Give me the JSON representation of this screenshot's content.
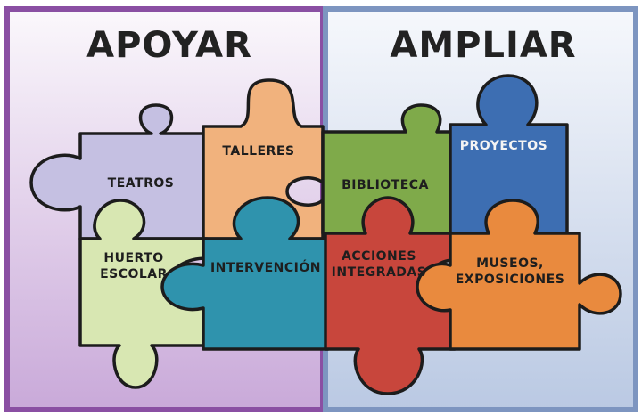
{
  "panels": {
    "left": {
      "title": "APOYAR",
      "border": "#8a4fa3",
      "fill_top": "#fbf8fc",
      "fill_bottom": "#c9a9d9"
    },
    "right": {
      "title": "AMPLIAR",
      "border": "#7d95c0",
      "fill_top": "#f6f8fc",
      "fill_bottom": "#bac9e3"
    }
  },
  "pieces": [
    {
      "id": "teatros",
      "lines": [
        "TEATROS"
      ],
      "color": "#c5c0e2"
    },
    {
      "id": "talleres",
      "lines": [
        "TALLERES"
      ],
      "color": "#f1b27d"
    },
    {
      "id": "biblioteca",
      "lines": [
        "BIBLIOTECA"
      ],
      "color": "#7faa4a"
    },
    {
      "id": "proyectos",
      "lines": [
        "PROYECTOS"
      ],
      "color": "#3d6eb2"
    },
    {
      "id": "huerto",
      "lines": [
        "HUERTO",
        "ESCOLAR"
      ],
      "color": "#d8e7b2"
    },
    {
      "id": "intervencion",
      "lines": [
        "INTERVENCIÓN"
      ],
      "color": "#2f93ad"
    },
    {
      "id": "acciones",
      "lines": [
        "ACCIONES",
        "INTEGRADAS"
      ],
      "color": "#c8463c"
    },
    {
      "id": "museos",
      "lines": [
        "MUSEOS,",
        "EXPOSICIONES"
      ],
      "color": "#e98a3e"
    }
  ]
}
